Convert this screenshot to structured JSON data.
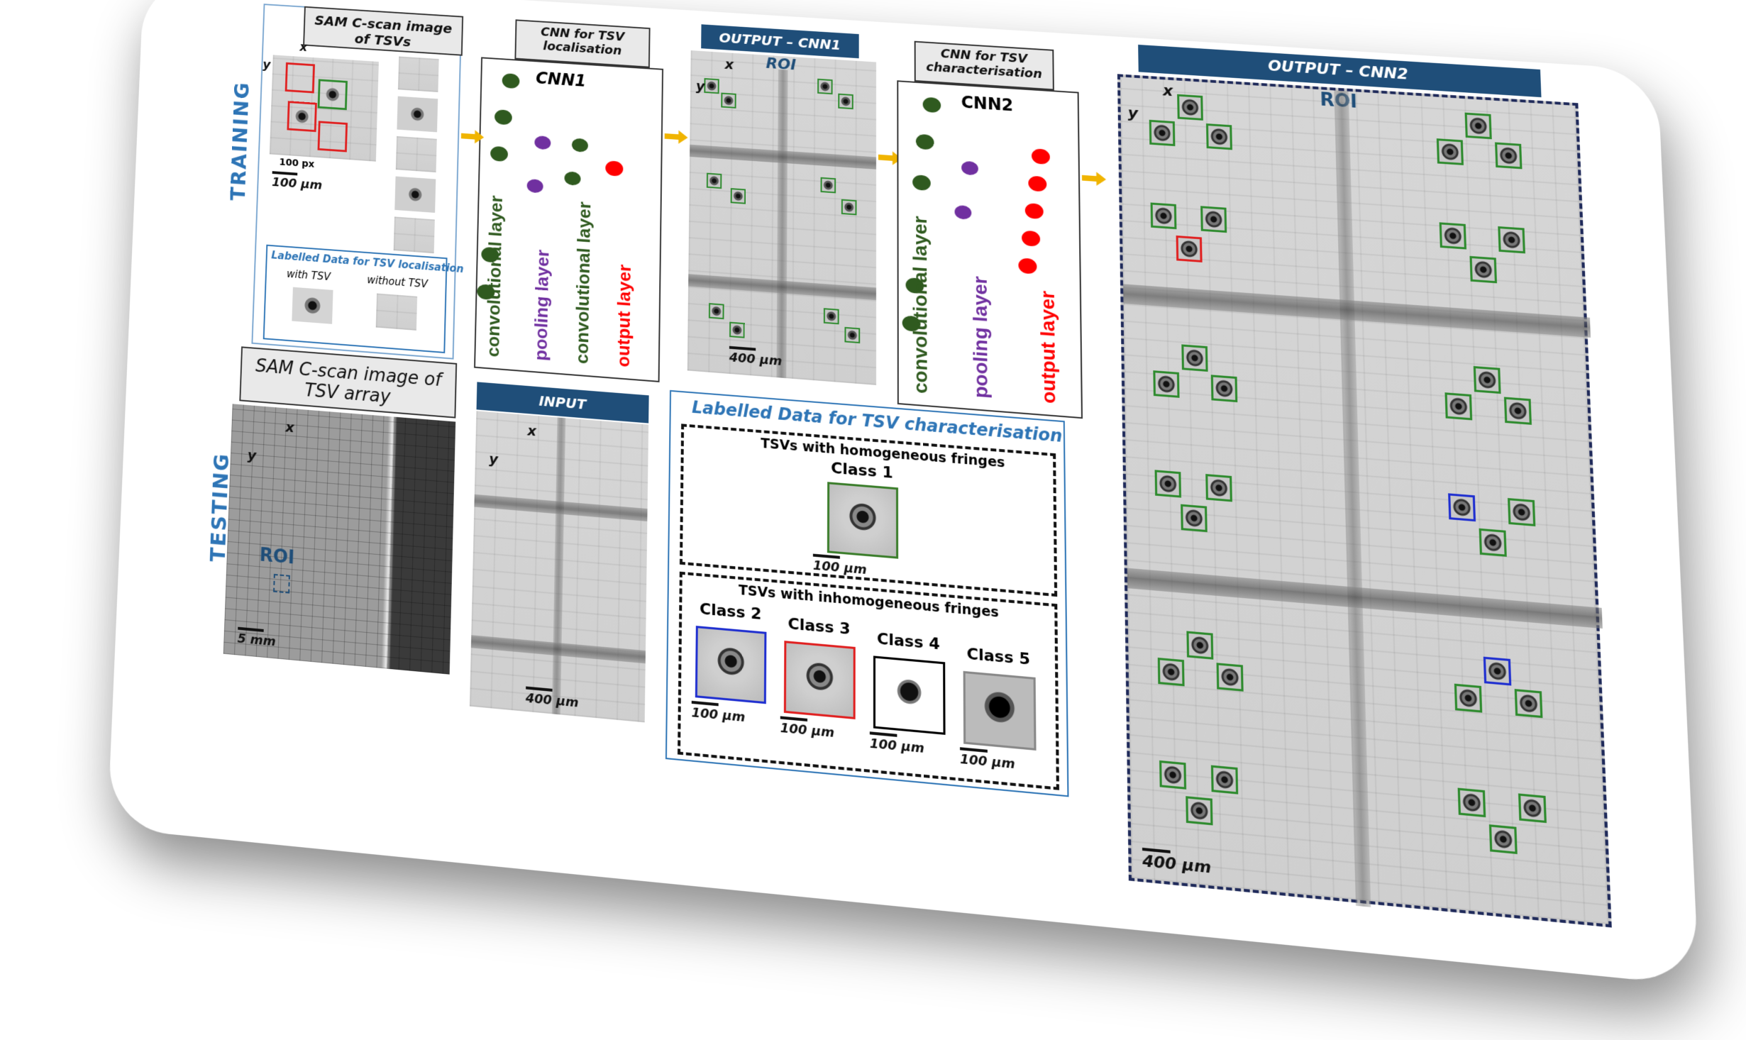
{
  "training": {
    "side_label": "TRAINING",
    "sam_header": "SAM C-scan image of TSVs",
    "scale_100px": "100 px",
    "scale_um": "100 µm",
    "labelled_title": "Labelled Data for TSV localisation",
    "with_tsv": "with TSV",
    "without_tsv": "without TSV"
  },
  "testing": {
    "side_label": "TESTING",
    "sam_header": "SAM C-scan image of TSV array",
    "roi": "ROI",
    "scale_mm": "5 mm"
  },
  "axes": {
    "x": "x",
    "y": "y"
  },
  "cnn1": {
    "header": "CNN for TSV localisation",
    "title": "CNN1",
    "layers": [
      "convolutional layer",
      "pooling layer",
      "convolutional layer",
      "output layer"
    ]
  },
  "output_cnn1": {
    "header": "OUTPUT – CNN1",
    "roi": "ROI",
    "scale": "400 µm"
  },
  "input": {
    "header": "INPUT",
    "scale": "400 µm"
  },
  "cnn2": {
    "header": "CNN for TSV characterisation",
    "title": "CNN2",
    "layers": [
      "convolutional layer",
      "pooling layer",
      "output layer"
    ]
  },
  "output_cnn2": {
    "header": "OUTPUT – CNN2",
    "roi": "ROI",
    "scale": "400 µm"
  },
  "labelled_char": {
    "title": "Labelled Data for TSV characterisation",
    "homog": "TSVs with homogeneous fringes",
    "inhomog": "TSVs with inhomogeneous fringes",
    "classes": [
      "Class 1",
      "Class 2",
      "Class 3",
      "Class 4",
      "Class 5"
    ],
    "scale": "100 µm"
  },
  "colors": {
    "navy": "#1f4e79",
    "blue_text": "#2e75b6",
    "green_node": "#2f5a1f",
    "purple_node": "#7030a0",
    "red_node": "#ff0000",
    "arrow": "#f0b400",
    "class1": "#3a7d2a",
    "class2": "#1f2fd0",
    "class3": "#e02020",
    "class4": "#000000",
    "class5": "#888888"
  }
}
